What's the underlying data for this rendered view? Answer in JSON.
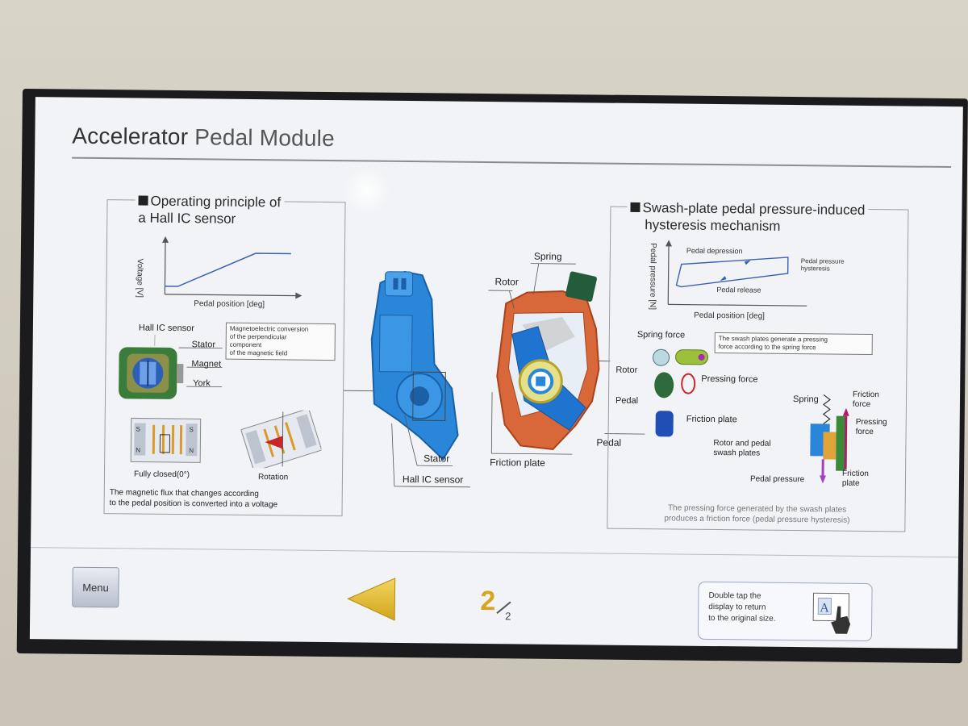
{
  "title": {
    "part1": "Accelerator",
    "part2": " Pedal Module"
  },
  "left_panel": {
    "heading_line1": "Operating principle of",
    "heading_line2": "a Hall IC sensor",
    "graph_ylabel": "Voltage [V]",
    "graph_xlabel": "Pedal position [deg]",
    "labels": {
      "hall_ic_sensor": "Hall IC sensor",
      "stator": "Stator",
      "magnet": "Magnet",
      "york": "York",
      "fully_closed": "Fully closed(0°)",
      "rotation": "Rotation"
    },
    "conversion_note": [
      "Magnetoelectric conversion",
      "of the perpendicular",
      "component",
      "of the magnetic field"
    ],
    "footer_note": [
      "The magnetic flux that changes according",
      "to the pedal position is converted into a voltage"
    ]
  },
  "center": {
    "labels": {
      "spring": "Spring",
      "rotor": "Rotor",
      "stator": "Stator",
      "hall_ic_sensor": "Hall IC sensor",
      "friction_plate": "Friction plate",
      "pedal": "Pedal"
    }
  },
  "right_panel": {
    "heading_line1": "Swash-plate pedal pressure-induced",
    "heading_line2": "hysteresis mechanism",
    "graph_ylabel": "Pedal pressure [N]",
    "graph_xlabel": "Pedal position [deg]",
    "graph_labels": {
      "depression": "Pedal depression",
      "release": "Pedal release",
      "hysteresis_line1": "Pedal pressure",
      "hysteresis_line2": "hysteresis"
    },
    "labels": {
      "spring_force": "Spring force",
      "rotor": "Rotor",
      "pressing_force": "Pressing force",
      "pedal": "Pedal",
      "friction_plate": "Friction plate",
      "spring": "Spring",
      "friction_force": [
        "Friction",
        "force"
      ],
      "pressing_force_2": [
        "Pressing",
        "force"
      ],
      "rotor_pedal_plates": [
        "Rotor and pedal",
        "swash plates"
      ],
      "pedal_pressure": "Pedal pressure",
      "friction_plate_2": [
        "Friction",
        "plate"
      ]
    },
    "swash_note": [
      "The swash plates generate a pressing",
      "force according to the spring force"
    ],
    "footer_note": [
      "The pressing force generated by the swash plates",
      "produces a friction force (pedal pressure hysteresis)"
    ]
  },
  "footer": {
    "menu_label": "Menu",
    "page_current": "2",
    "page_total": "2",
    "hint": [
      "Double tap the",
      "display to return",
      "to the original size."
    ]
  },
  "colors": {
    "accent": "#d7a521",
    "part_blue": "#2a86d9",
    "housing_orange": "#d8673a"
  }
}
